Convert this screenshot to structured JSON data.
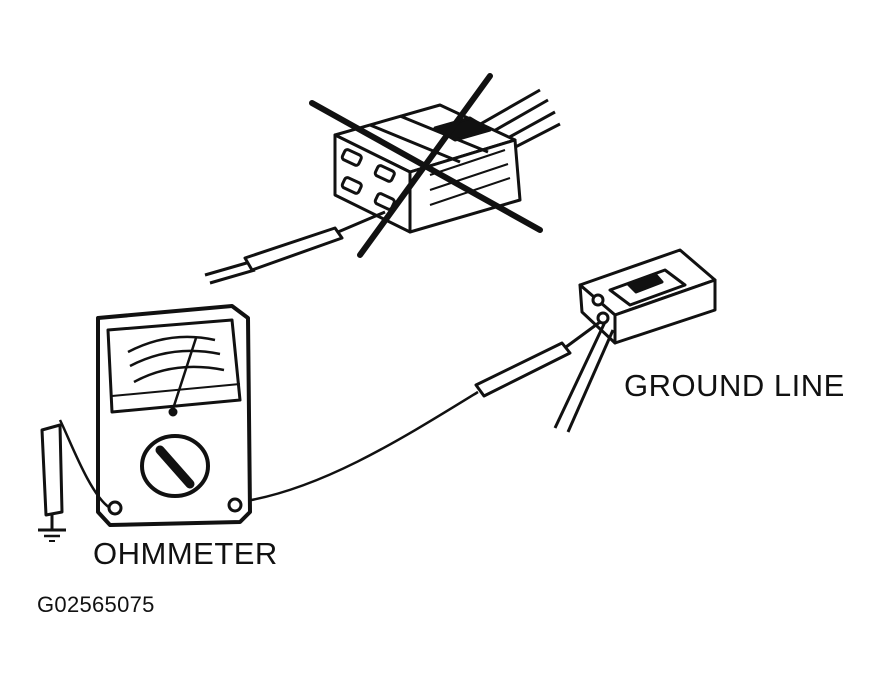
{
  "labels": {
    "ground_line": "GROUND LINE",
    "ohmmeter": "OHMMETER",
    "figure_code": "G02565075"
  },
  "colors": {
    "ink": "#111111",
    "paper": "#ffffff"
  },
  "icons": {
    "crossed_out_connector": "x-mark-icon",
    "meter": "ohmmeter-icon",
    "ground": "ground-symbol-icon"
  }
}
